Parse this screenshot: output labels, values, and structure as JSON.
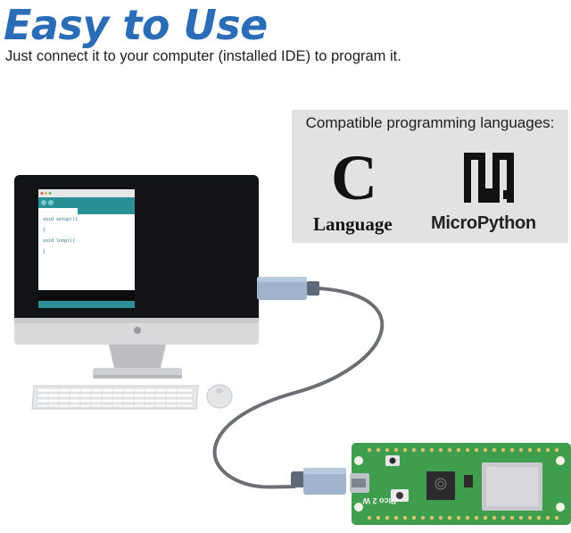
{
  "header": {
    "title": "Easy to Use",
    "subtitle": "Just connect it to your computer (installed IDE) to program it."
  },
  "languages": {
    "heading": "Compatible programming languages:",
    "items": [
      {
        "glyph": "C",
        "label": "Language",
        "icon": "c-letter-icon"
      },
      {
        "label": "MicroPython",
        "icon": "micropython-logo-icon"
      }
    ]
  },
  "ide": {
    "code_lines": [
      "void setup(){",
      "}",
      "void loop(){",
      "}"
    ]
  },
  "board": {
    "silkscreen": "Pico 2 W"
  },
  "colors": {
    "title": "#2a6db6",
    "ide_teal": "#2a8f96",
    "board_green": "#3f9e4d",
    "cable": "#6b6f74"
  }
}
